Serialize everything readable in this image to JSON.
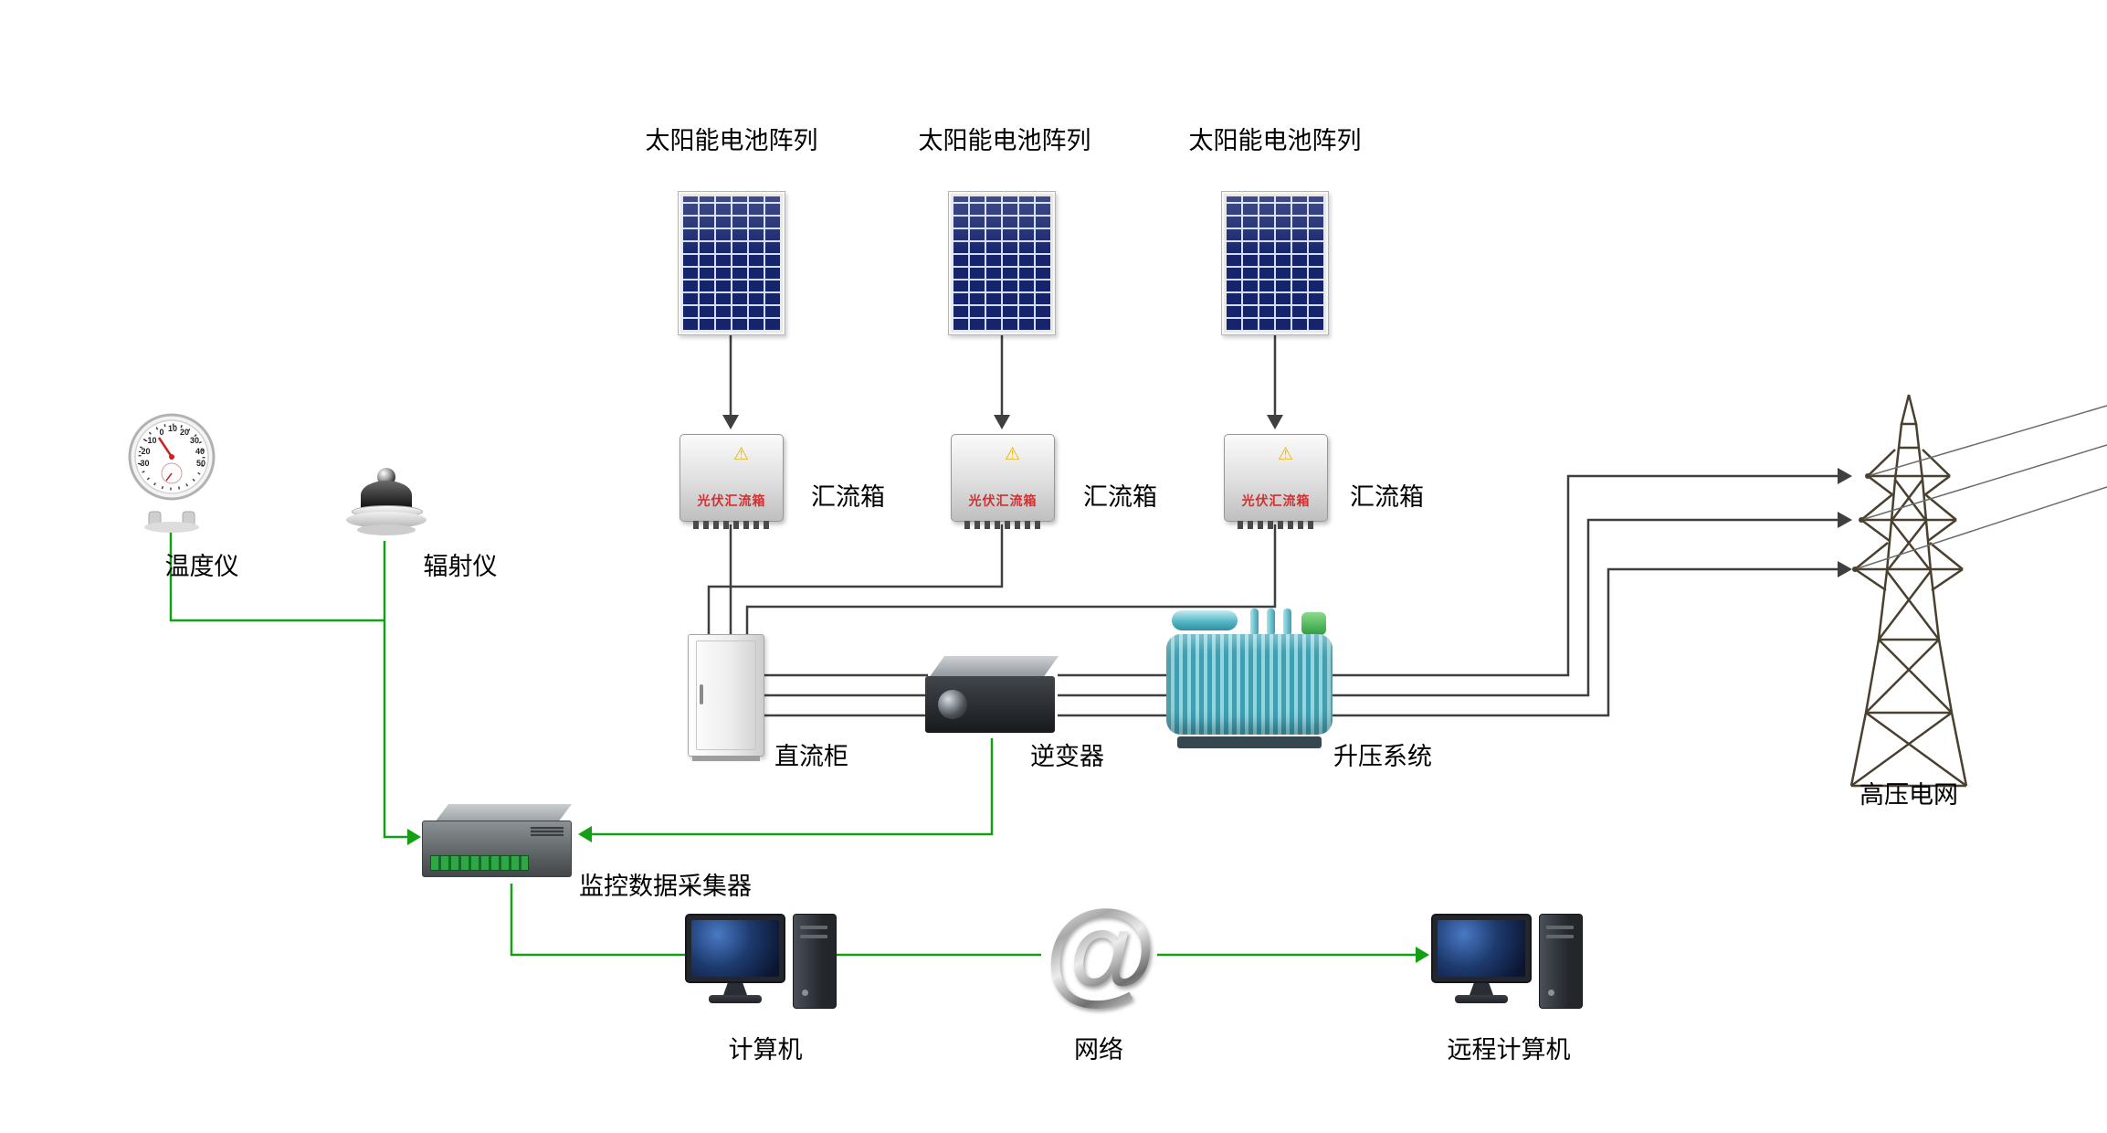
{
  "colors": {
    "line_black": "#3f3f3f",
    "line_green": "#13a113",
    "panel_blue": "#16246e",
    "combiner_text_red": "#d03030",
    "transformer_teal": "#49a8ba"
  },
  "nodes": {
    "solar_arrays": [
      {
        "label": "太阳能电池阵列"
      },
      {
        "label": "太阳能电池阵列"
      },
      {
        "label": "太阳能电池阵列"
      }
    ],
    "combiners": [
      {
        "label": "汇流箱",
        "device_text": "光伏汇流箱",
        "warn_icon": "⚠"
      },
      {
        "label": "汇流箱",
        "device_text": "光伏汇流箱",
        "warn_icon": "⚠"
      },
      {
        "label": "汇流箱",
        "device_text": "光伏汇流箱",
        "warn_icon": "⚠"
      }
    ],
    "dc_cabinet": {
      "label": "直流柜"
    },
    "inverter": {
      "label": "逆变器"
    },
    "step_up_system": {
      "label": "升压系统"
    },
    "power_grid": {
      "label": "高压电网"
    },
    "thermometer": {
      "label": "温度仪",
      "dial_ticks": [
        "0",
        "10",
        "20",
        "30",
        "40",
        "50",
        "-10",
        "-20",
        "-30"
      ]
    },
    "radiometer": {
      "label": "辐射仪"
    },
    "data_logger": {
      "label": "监控数据采集器"
    },
    "computer": {
      "label": "计算机"
    },
    "network": {
      "label": "网络",
      "icon": "@"
    },
    "remote_computer": {
      "label": "远程计算机"
    }
  }
}
